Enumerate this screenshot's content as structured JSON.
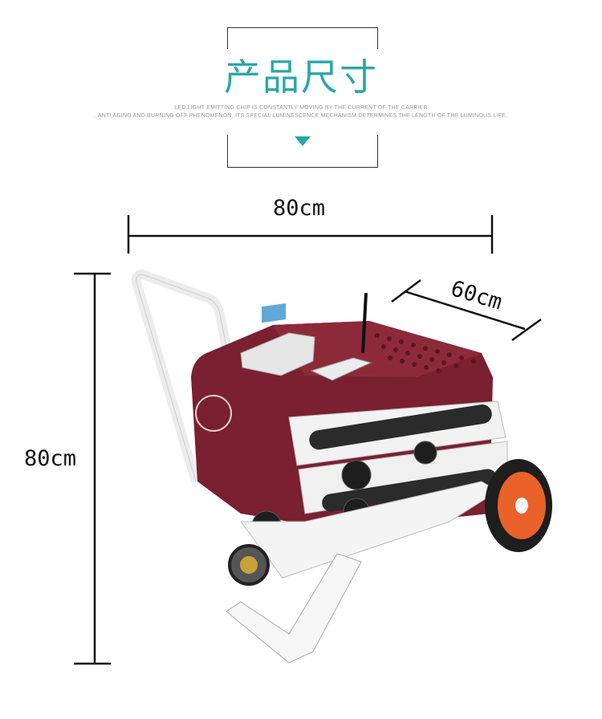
{
  "header": {
    "title": "产品尺寸",
    "subtitle_line1": "LED LIGHT EMITTING CHIP IS CONSTANTLY MOVING BY THE CURRENT OF THE CARRIER",
    "subtitle_line2": ". ANTI AGING AND BURNING OFF PHENOMENON, ITS SPECIAL LUMINESCENCE MECHANISM DETERMINES THE LENGTH OF THE LUMINOUS LIFE."
  },
  "dimensions": {
    "width": "80cm",
    "height": "80cm",
    "depth": "60cm"
  },
  "colors": {
    "accent": "#2aa7a9",
    "machine_body": "#7a2030",
    "wheel_rim": "#e8622a"
  }
}
